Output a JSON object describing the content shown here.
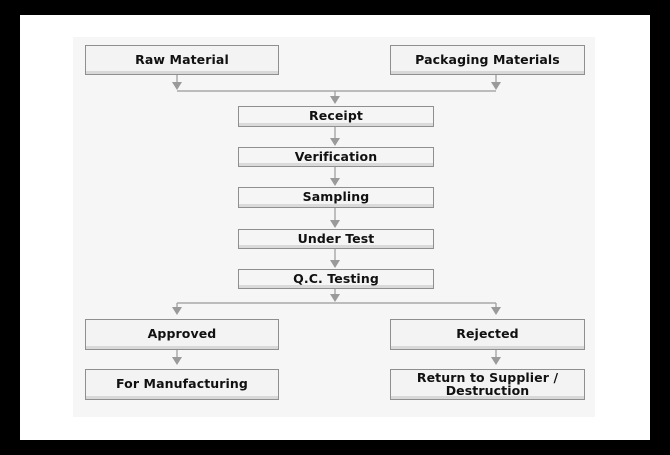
{
  "diagram": {
    "nodes": {
      "raw_material": "Raw Material",
      "packaging_materials": "Packaging Materials",
      "receipt": "Receipt",
      "verification": "Verification",
      "sampling": "Sampling",
      "under_test": "Under Test",
      "qc_testing": "Q.C. Testing",
      "approved": "Approved",
      "rejected": "Rejected",
      "for_manufacturing": "For Manufacturing",
      "return_line1": "Return to Supplier /",
      "return_line2": "Destruction"
    },
    "edges": [
      [
        "raw_material",
        "receipt"
      ],
      [
        "packaging_materials",
        "receipt"
      ],
      [
        "receipt",
        "verification"
      ],
      [
        "verification",
        "sampling"
      ],
      [
        "sampling",
        "under_test"
      ],
      [
        "under_test",
        "qc_testing"
      ],
      [
        "qc_testing",
        "approved"
      ],
      [
        "qc_testing",
        "rejected"
      ],
      [
        "approved",
        "for_manufacturing"
      ],
      [
        "rejected",
        "return_to_supplier_destruction"
      ]
    ],
    "colors": {
      "background": "#000000",
      "frame": "#ffffff",
      "canvas": "#f6f6f6",
      "box_fill": "#f3f3f3",
      "box_border": "#8f8f8f",
      "connector": "#9a9a9a"
    }
  }
}
